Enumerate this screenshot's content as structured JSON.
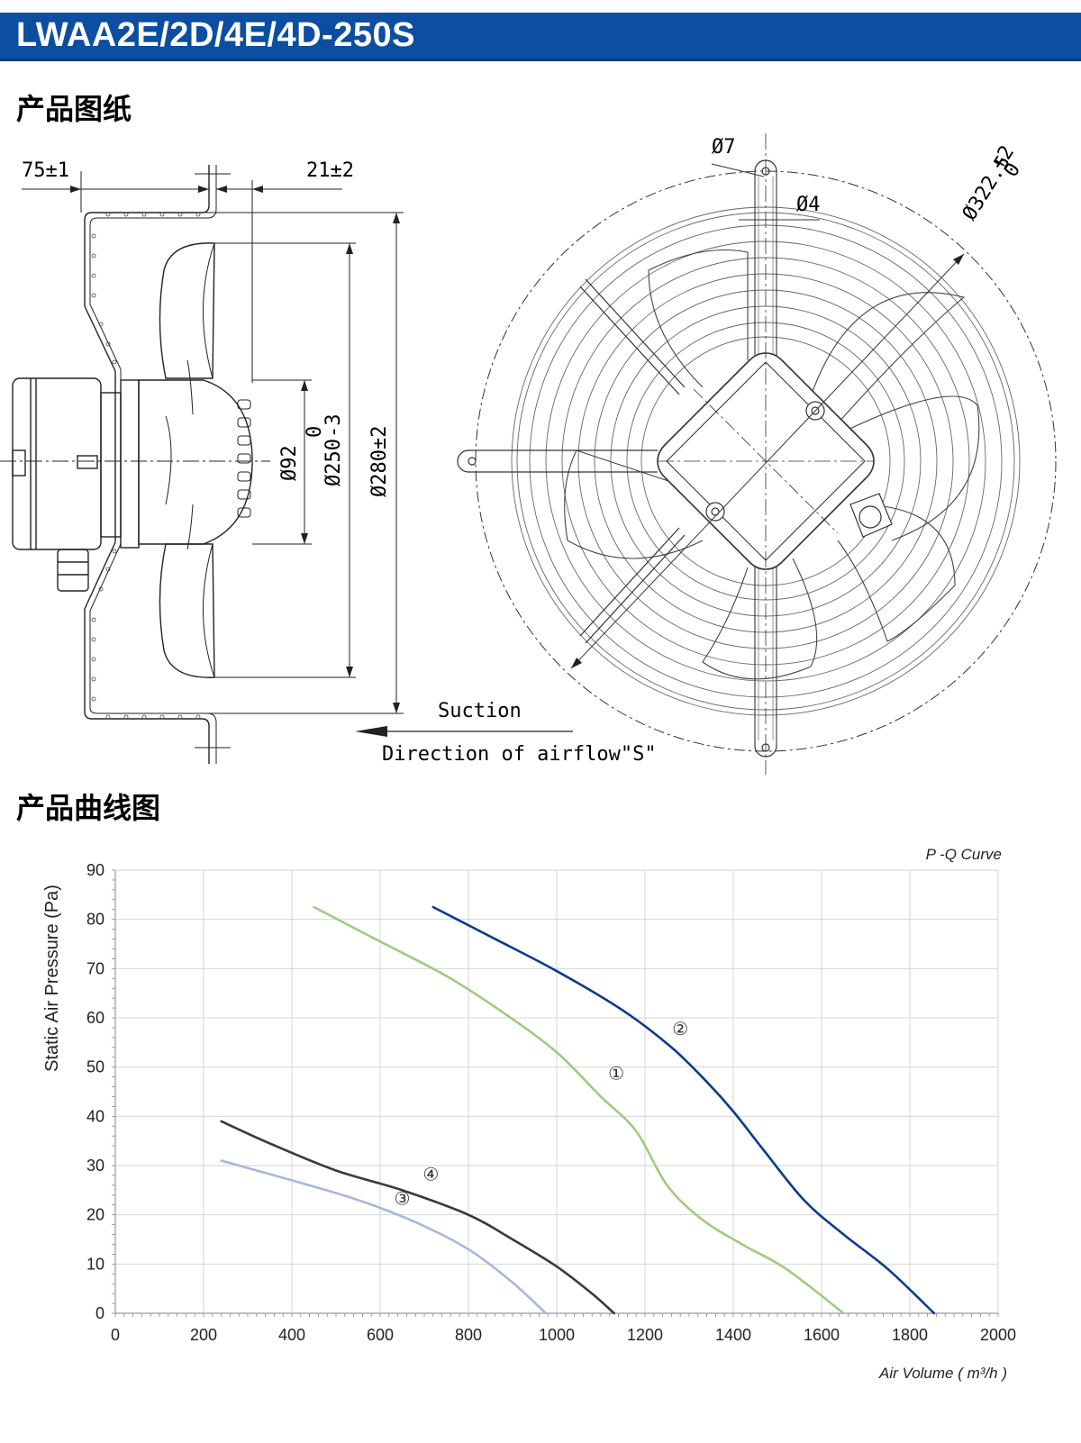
{
  "header": {
    "title": "LWAA2E/2D/4E/4D-250S"
  },
  "sections": {
    "drawing_title": "产品图纸",
    "curve_title": "产品曲线图"
  },
  "drawing": {
    "dims": {
      "d75": "75±1",
      "d21": "21±2",
      "d92": "Ø92",
      "d250": "Ø250",
      "d250_tol_up": "0",
      "d250_tol_low": "-3",
      "d280": "Ø280±2",
      "d7": "Ø7",
      "d4": "Ø4",
      "d322": "Ø322.5",
      "d322_tol_up": "+2",
      "d322_tol_low": "0"
    },
    "suction": "Suction",
    "airflow": "Direction of airflow\"S\""
  },
  "colors": {
    "banner": "#0b4ea2",
    "curve1": "#9fcb7d",
    "curve2": "#0f3a8c",
    "curve3": "#a9b6dc",
    "curve4": "#3a3a3a"
  },
  "chart_data": {
    "type": "line",
    "title": "P -Q Curve",
    "xlabel": "Air Volume ( m³/h )",
    "ylabel": "Static Air Pressure  (Pa)",
    "xlim": [
      0,
      2000
    ],
    "ylim": [
      0,
      90
    ],
    "xticks": [
      0,
      200,
      400,
      600,
      800,
      1000,
      1200,
      1400,
      1600,
      1800,
      2000
    ],
    "yticks": [
      0,
      10,
      20,
      30,
      40,
      50,
      60,
      70,
      80,
      90
    ],
    "grid": true,
    "series": [
      {
        "name": "①",
        "color": "#9fcb7d",
        "points": [
          [
            450,
            82.5
          ],
          [
            600,
            75.5
          ],
          [
            750,
            68.5
          ],
          [
            880,
            61
          ],
          [
            1000,
            53
          ],
          [
            1100,
            44
          ],
          [
            1180,
            37
          ],
          [
            1250,
            26
          ],
          [
            1330,
            19
          ],
          [
            1420,
            14
          ],
          [
            1520,
            9
          ],
          [
            1650,
            0
          ]
        ]
      },
      {
        "name": "②",
        "color": "#0f3a8c",
        "points": [
          [
            720,
            82.5
          ],
          [
            850,
            76.5
          ],
          [
            1000,
            69.5
          ],
          [
            1150,
            61.5
          ],
          [
            1260,
            54
          ],
          [
            1340,
            47
          ],
          [
            1400,
            41
          ],
          [
            1470,
            33
          ],
          [
            1560,
            23
          ],
          [
            1650,
            16
          ],
          [
            1750,
            9
          ],
          [
            1855,
            0
          ]
        ]
      },
      {
        "name": "③",
        "color": "#a9b6dc",
        "points": [
          [
            240,
            31
          ],
          [
            400,
            27
          ],
          [
            550,
            23
          ],
          [
            680,
            18.5
          ],
          [
            800,
            13
          ],
          [
            890,
            7
          ],
          [
            940,
            3
          ],
          [
            975,
            0
          ]
        ]
      },
      {
        "name": "④",
        "color": "#3a3a3a",
        "points": [
          [
            240,
            39
          ],
          [
            350,
            34.5
          ],
          [
            500,
            29
          ],
          [
            650,
            25
          ],
          [
            800,
            20
          ],
          [
            900,
            15
          ],
          [
            1000,
            9.5
          ],
          [
            1080,
            4
          ],
          [
            1130,
            0
          ]
        ]
      }
    ],
    "labels": [
      {
        "text": "①",
        "x": 1135,
        "y": 47.5
      },
      {
        "text": "②",
        "x": 1280,
        "y": 56.5
      },
      {
        "text": "③",
        "x": 650,
        "y": 22
      },
      {
        "text": "④",
        "x": 715,
        "y": 27
      }
    ]
  }
}
